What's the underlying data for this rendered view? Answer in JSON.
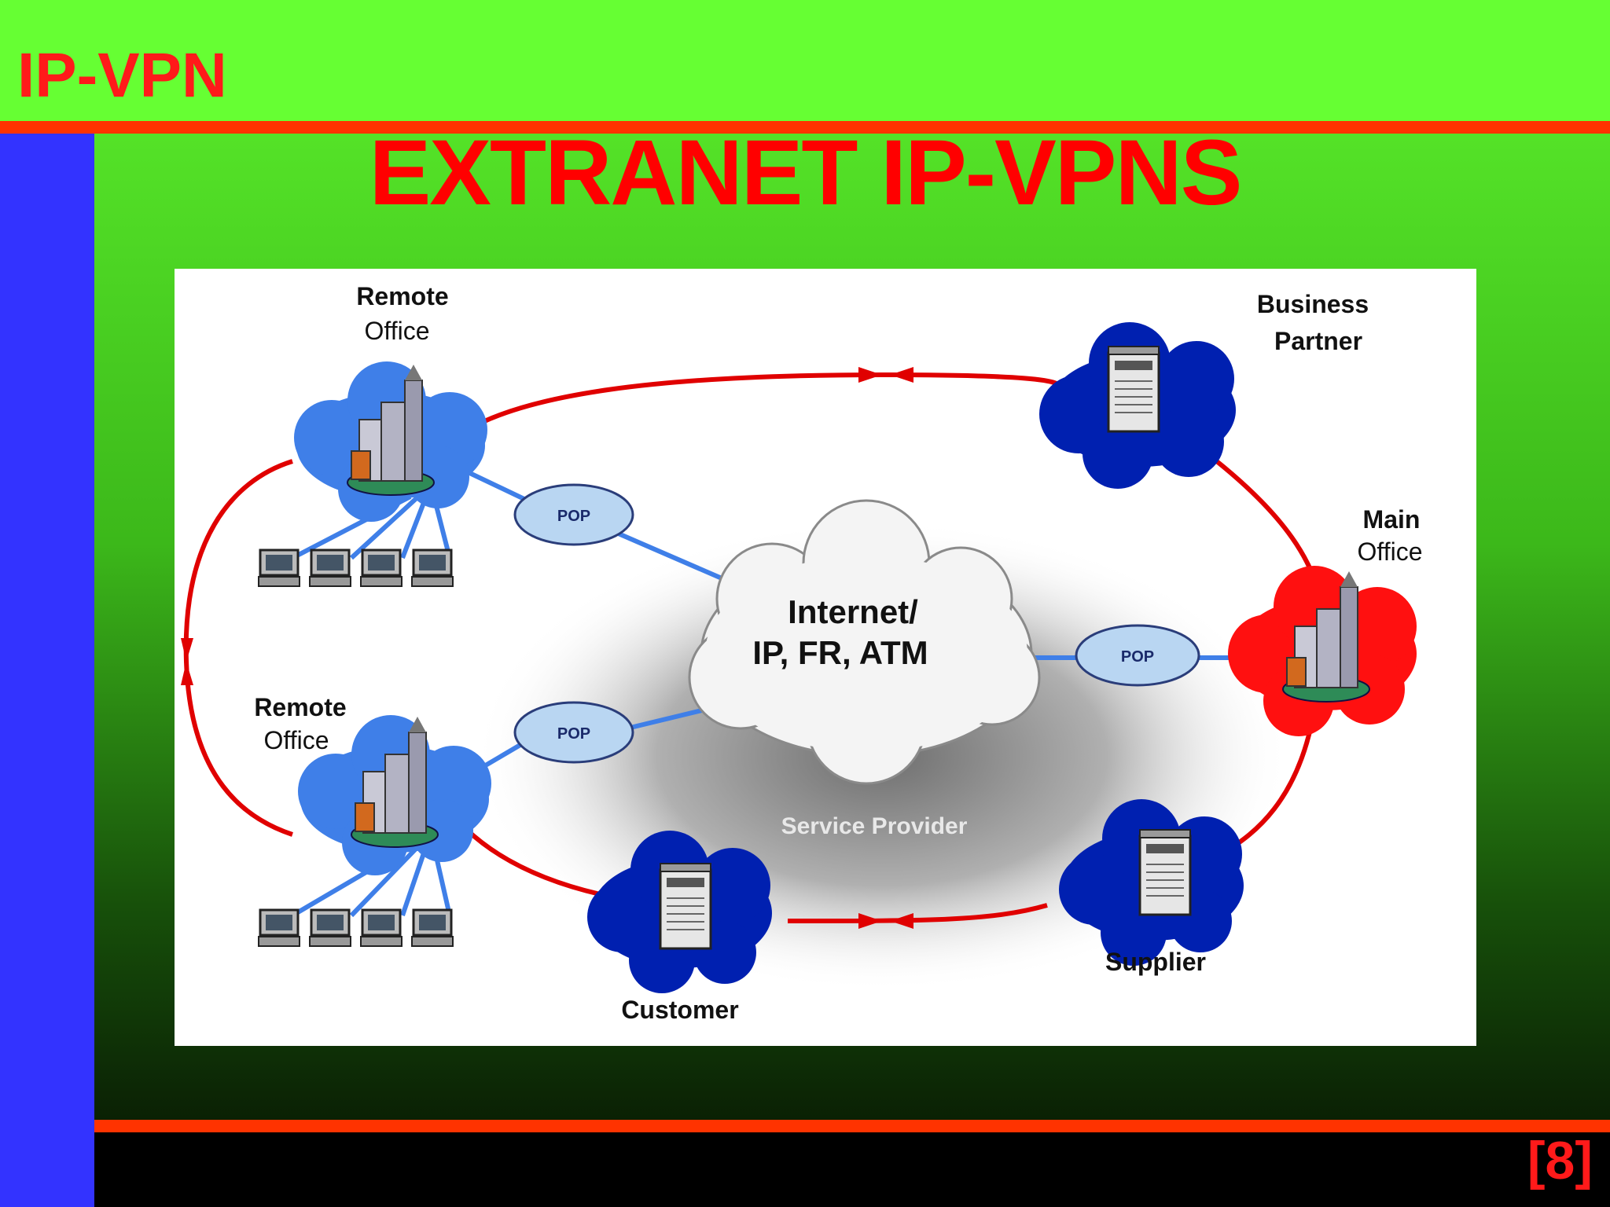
{
  "header": {
    "tag": "IP-VPN"
  },
  "slide": {
    "title": "EXTRANET IP-VPNS",
    "page_number": "[8]"
  },
  "colors": {
    "top_band": "#66ff33",
    "accent_line": "#ff3300",
    "left_bar": "#3333ff",
    "title_red": "#ff0000"
  },
  "diagram": {
    "labels": {
      "remote_office_top": [
        "Remote",
        "Office"
      ],
      "remote_office_bottom": [
        "Remote",
        "Office"
      ],
      "business_partner": [
        "Business",
        "Partner"
      ],
      "main_office": [
        "Main",
        "Office"
      ],
      "internet": [
        "Internet/",
        "IP, FR, ATM"
      ],
      "service_provider": "Service Provider",
      "customer": "Customer",
      "supplier": "Supplier",
      "pop": "POP"
    },
    "icons": [
      "cloud-icon",
      "building-icon",
      "server-icon",
      "computer-icon",
      "arrow-icon"
    ]
  }
}
